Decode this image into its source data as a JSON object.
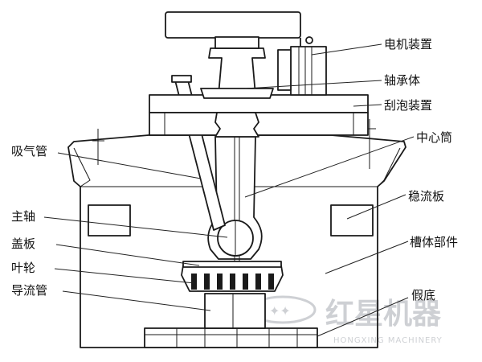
{
  "labels": {
    "motor": "电机装置",
    "bearing": "轴承体",
    "scraper": "刮泡装置",
    "air_pipe": "吸气管",
    "center_tube": "中心筒",
    "stabilizer": "稳流板",
    "main_shaft": "主轴",
    "cover_plate": "盖板",
    "tank_body": "槽体部件",
    "impeller": "叶轮",
    "guide_pipe": "导流管",
    "false_bottom": "假底"
  },
  "watermark": {
    "brand": "红星机器",
    "latin": "HONGXING MACHINERY",
    "small_left": "红",
    "small_right": "星"
  }
}
